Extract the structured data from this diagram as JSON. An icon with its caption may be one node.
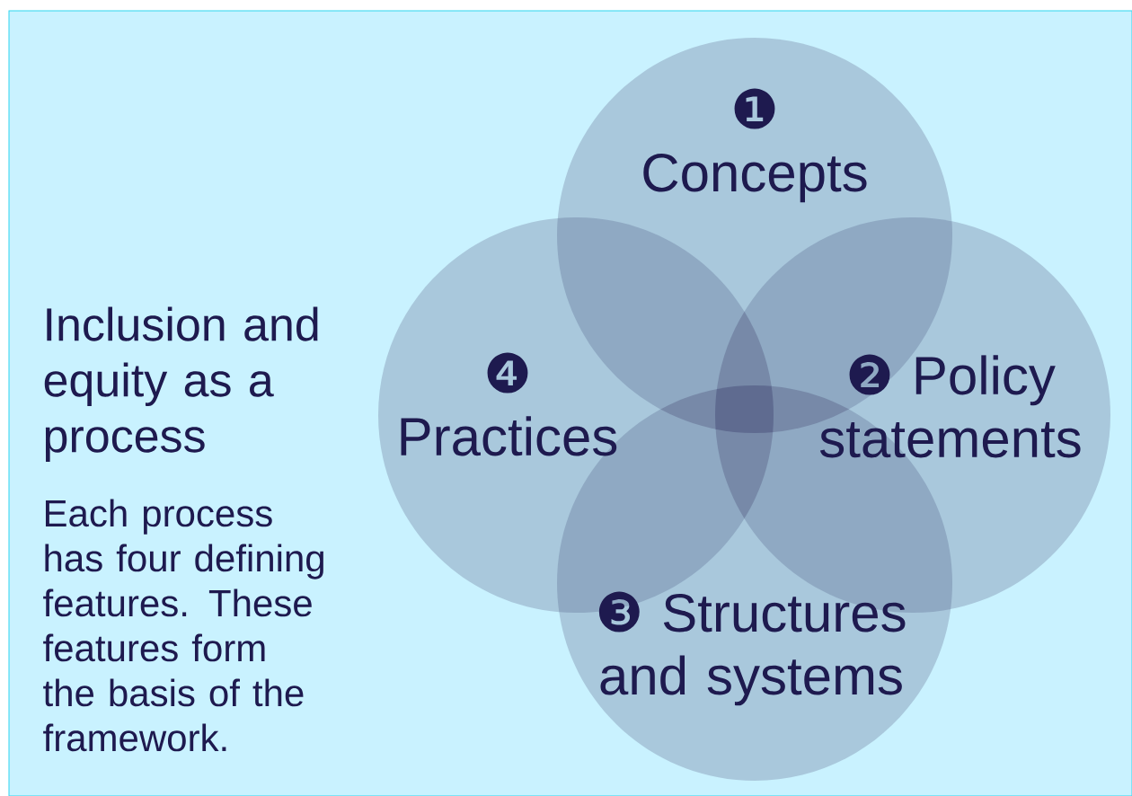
{
  "diagram": {
    "title": "Inclusion and equity as a process",
    "nodes": [
      {
        "text": [
          "❶ Concepts"
        ]
      },
      {
        "text": [
          "❷ Policy statements"
        ]
      },
      {
        "text": [
          "❸ Structures and systems"
        ]
      },
      {
        "text": [
          "❹ Practices"
        ]
      }
    ],
    "labels": [
      "Each process has four defining features. These features form the basis of the framework."
    ]
  }
}
